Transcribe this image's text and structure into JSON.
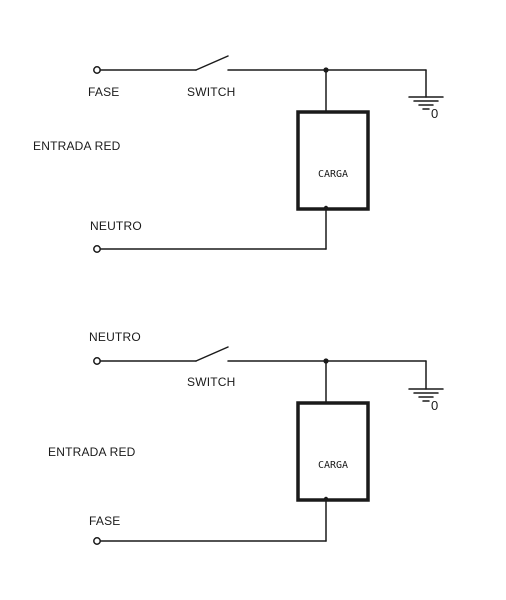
{
  "circuits": [
    {
      "top_terminal_label": "FASE",
      "switch_label": "SWITCH",
      "input_label": "ENTRADA RED",
      "load_label": "CARGA",
      "bottom_terminal_label": "NEUTRO",
      "ground_label": "0"
    },
    {
      "top_terminal_label": "NEUTRO",
      "switch_label": "SWITCH",
      "input_label": "ENTRADA RED",
      "load_label": "CARGA",
      "bottom_terminal_label": "FASE",
      "ground_label": "0"
    }
  ]
}
